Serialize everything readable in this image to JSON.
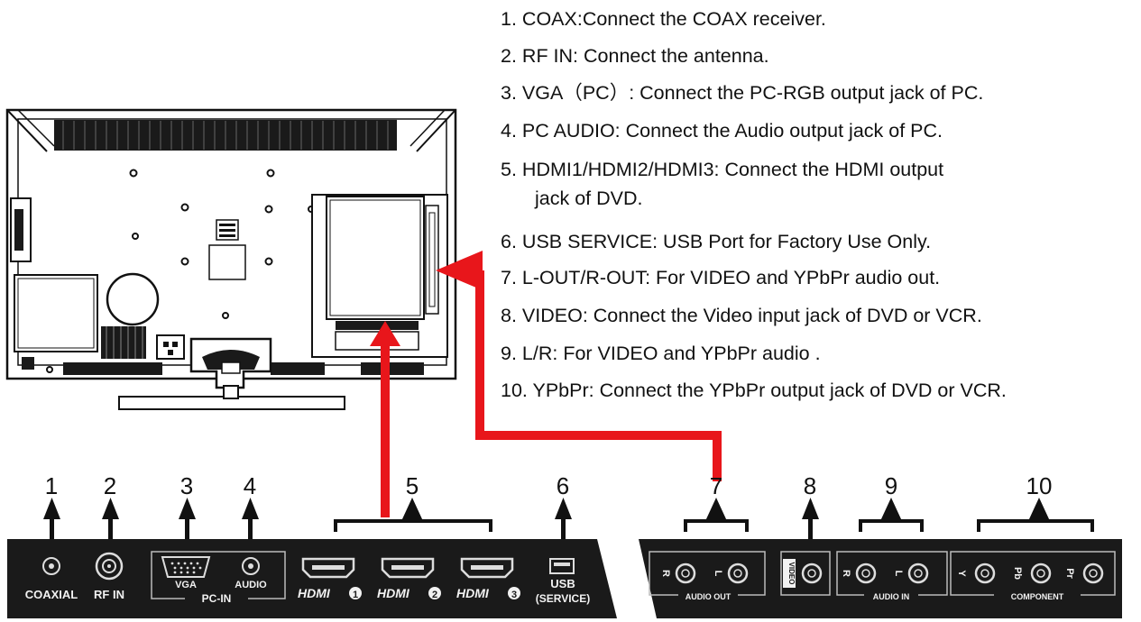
{
  "legend": {
    "items": [
      {
        "num": "1.",
        "text": "COAX:Connect the COAX receiver."
      },
      {
        "num": "2.",
        "text": "RF IN: Connect the antenna."
      },
      {
        "num": "3.",
        "text": "VGA（PC）: Connect the PC-RGB output jack of PC."
      },
      {
        "num": "4.",
        "text": "PC AUDIO: Connect the Audio output jack of PC."
      },
      {
        "num": "5.",
        "text": "HDMI1/HDMI2/HDMI3: Connect the HDMI output"
      },
      {
        "num": "",
        "text": "jack of DVD."
      },
      {
        "num": "6.",
        "text": "USB SERVICE: USB Port for Factory Use Only."
      },
      {
        "num": "7.",
        "text": "L-OUT/R-OUT: For VIDEO and YPbPr audio out."
      },
      {
        "num": "8.",
        "text": "VIDEO: Connect the Video input jack of DVD or  VCR."
      },
      {
        "num": "9.",
        "text": "L/R: For VIDEO and YPbPr audio ."
      },
      {
        "num": "10.",
        "text": "YPbPr: Connect the YPbPr output jack of DVD or VCR."
      }
    ]
  },
  "callouts": [
    "1",
    "2",
    "3",
    "4",
    "5",
    "6",
    "7",
    "8",
    "9",
    "10"
  ],
  "left_panel": {
    "coaxial": "COAXIAL",
    "rf_in": "RF IN",
    "vga": "VGA",
    "audio": "AUDIO",
    "pc_in": "PC-IN",
    "hdmi1": "HDMI",
    "hdmi2": "HDMI",
    "hdmi3": "HDMI",
    "hdmi1_num": "1",
    "hdmi2_num": "2",
    "hdmi3_num": "3",
    "usb": "USB",
    "usb_service": "(SERVICE)"
  },
  "right_panel": {
    "audio_out": "AUDIO OUT",
    "video": "VIDEO",
    "audio_in": "AUDIO IN",
    "component": "COMPONENT",
    "r_out": "R",
    "l_out": "L",
    "r_in": "R",
    "l_in": "L",
    "y": "Y",
    "pb": "Pb",
    "pr": "Pr"
  },
  "colors": {
    "arrow_red": "#e8161b",
    "panel": "#1a1a1a",
    "label": "#f2f2f2"
  }
}
